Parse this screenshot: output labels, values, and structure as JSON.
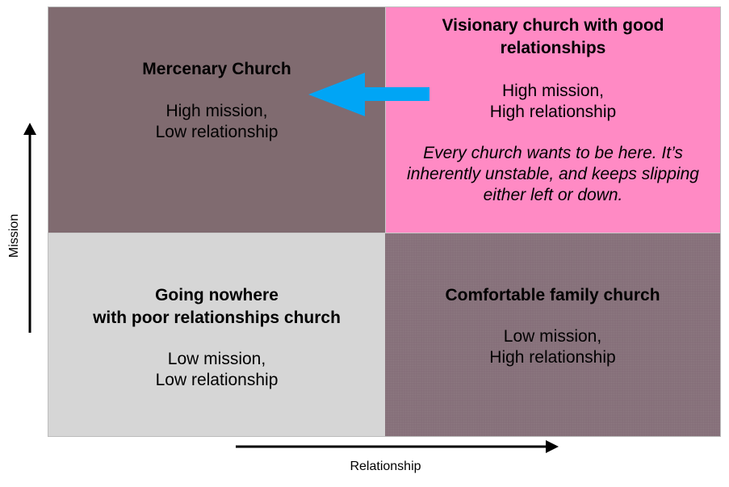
{
  "diagram": {
    "type": "2x2 matrix",
    "colors": {
      "top_left": "#806b70",
      "top_right": "#ff8ac4",
      "bottom_left": "#d6d6d6",
      "bottom_right": "#86707a",
      "arrow_accent": "#00a5f5"
    },
    "quadrants": {
      "top_left": {
        "title": "Mercenary Church",
        "desc_line1": "High mission,",
        "desc_line2": "Low relationship"
      },
      "top_right": {
        "title_line1": "Visionary church with good",
        "title_line2": "relationships",
        "desc_line1": "High mission,",
        "desc_line2": "High relationship",
        "note_line1": "Every church wants to be here.  It’s",
        "note_line2": "inherently unstable, and keeps slipping",
        "note_line3": "either left or down."
      },
      "bottom_left": {
        "title_line1": "Going nowhere",
        "title_line2": "with poor relationships church",
        "desc_line1": "Low mission,",
        "desc_line2": "Low relationship"
      },
      "bottom_right": {
        "title": "Comfortable family church",
        "desc_line1": "Low mission,",
        "desc_line2": "High relationship"
      }
    },
    "axes": {
      "y_label": "Mission",
      "x_label": "Relationship"
    },
    "transition_arrow": {
      "from": "top_right",
      "to": "top_left",
      "direction": "left"
    }
  }
}
